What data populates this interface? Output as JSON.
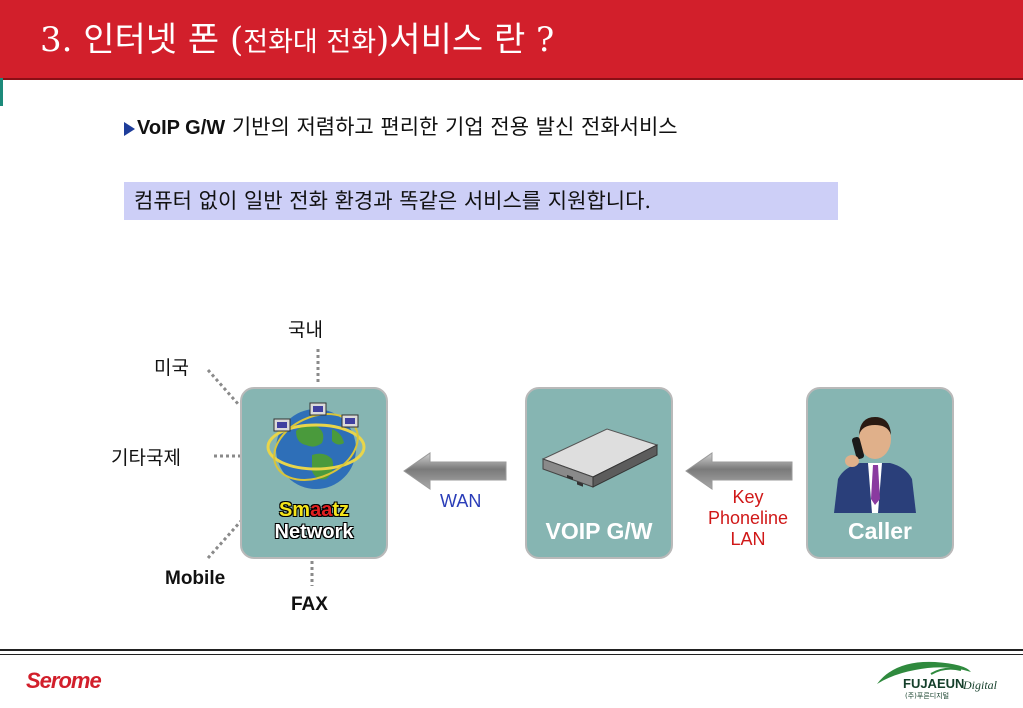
{
  "slide": {
    "title_prefix": "3.  인터넷 폰 (",
    "title_small": "전화대 전화",
    "title_suffix": ")서비스 란 ?"
  },
  "bullet": {
    "strong": "VoIP G/W",
    "text": " 기반의 저렴하고 편리한 기업 전용 발신 전화서비스"
  },
  "highlight": {
    "text": "컴퓨터 없이 일반 전화 환경과 똑같은 서비스를 지원합니다."
  },
  "diagram": {
    "external": {
      "domestic": "국내",
      "usa": "미국",
      "intl": "기타국제",
      "mobile": "Mobile",
      "fax": "FAX"
    },
    "network": {
      "line1_a": "Sm",
      "line1_b": "aa",
      "line1_c": "tz",
      "line2": "Network"
    },
    "gateway_label": "VOIP G/W",
    "caller_label": "Caller",
    "wan_label": "WAN",
    "lan_lines": [
      "Key",
      "Phoneline",
      "LAN"
    ],
    "colors": {
      "wan": "#2a3db8",
      "lan": "#d01818",
      "box": "#86b5b2",
      "arrow": "#8c8c8c"
    }
  },
  "footer": {
    "left_logo": "Serome",
    "right_logo": "FUJAEUN",
    "right_logo_suffix": "Digital",
    "right_logo_sub": "(주)푸른디지털"
  }
}
